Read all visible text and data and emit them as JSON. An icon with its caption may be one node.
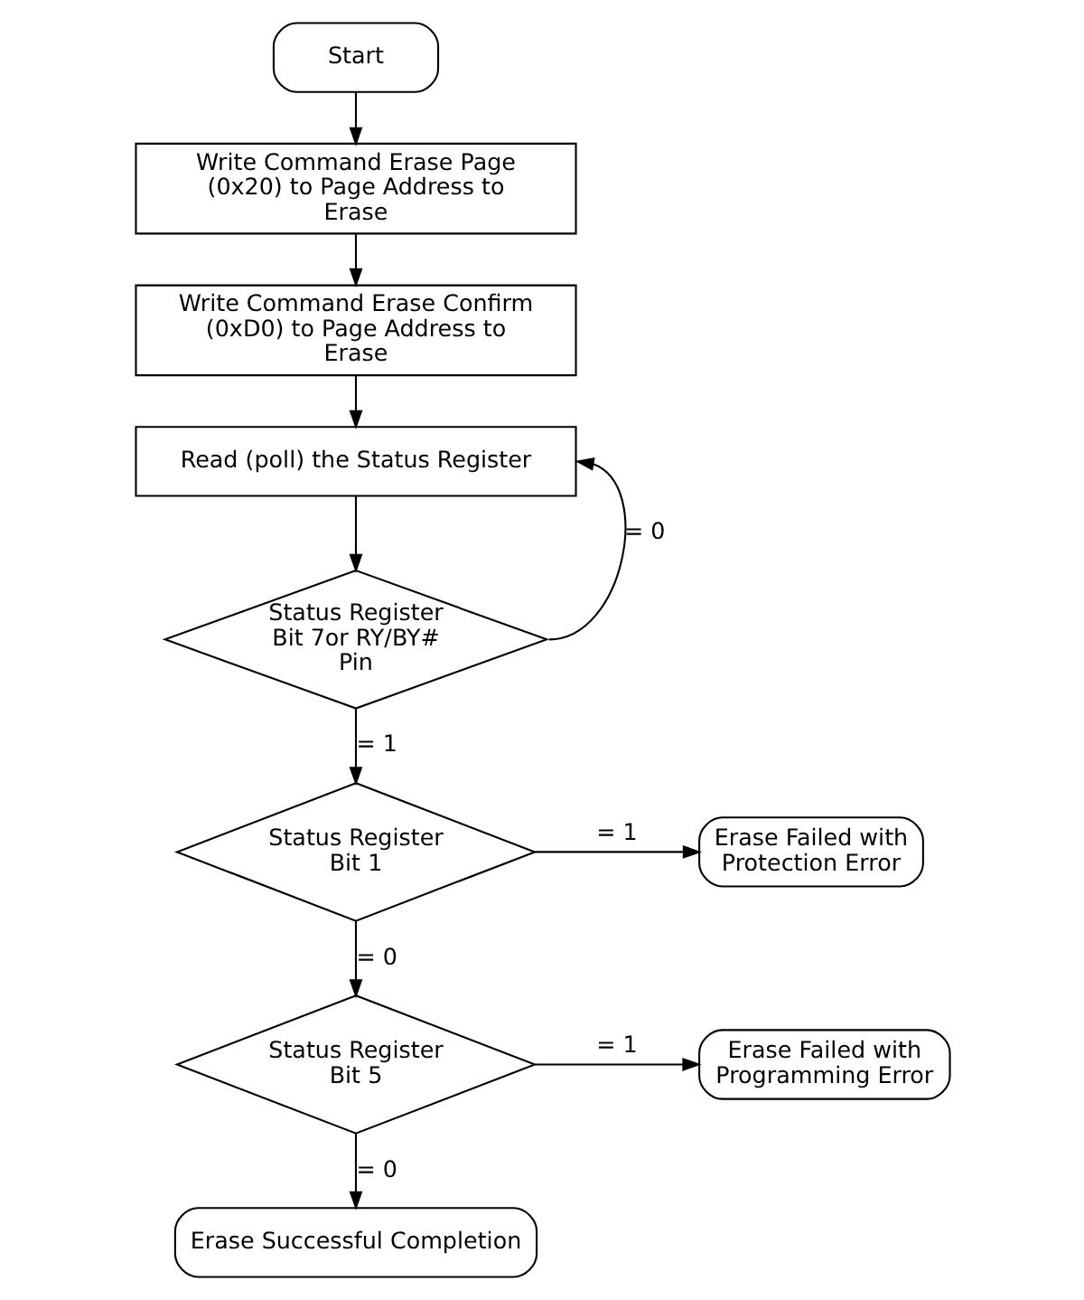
{
  "diagram": {
    "nodes": [
      {
        "text": [
          "Start"
        ]
      },
      {
        "text": [
          "Write Command Erase Page (0x20) to Page Address to Erase"
        ]
      },
      {
        "text": [
          "Write Command Erase Confirm (0xD0) to Page Address to Erase"
        ]
      },
      {
        "text": [
          "Read (poll) the Status Register"
        ]
      },
      {
        "text": [
          "Status Register Bit 7or RY/BY# Pin"
        ]
      },
      {
        "text": [
          "Status Register Bit 1"
        ]
      },
      {
        "text": [
          "Erase Failed with Protection Error"
        ]
      },
      {
        "text": [
          "Status Register Bit 5"
        ]
      },
      {
        "text": [
          "Erase Failed with Programming Error"
        ]
      },
      {
        "text": [
          "Erase Successful Completion"
        ]
      }
    ],
    "edges": [
      {
        "from": 0,
        "to": 1,
        "arrow": "to"
      },
      {
        "from": 1,
        "to": 2,
        "arrow": "to"
      },
      {
        "from": 2,
        "to": 3,
        "arrow": "to"
      },
      {
        "from": 3,
        "to": 4,
        "arrow": "to"
      },
      {
        "from": 4,
        "to": 3,
        "arrow": "to",
        "label": "= 0"
      },
      {
        "from": 4,
        "to": 5,
        "arrow": "to",
        "label": "= 1"
      },
      {
        "from": 5,
        "to": 6,
        "arrow": "to",
        "label": "= 1"
      },
      {
        "from": 5,
        "to": 7,
        "arrow": "to",
        "label": "= 0"
      },
      {
        "from": 7,
        "to": 8,
        "arrow": "to",
        "label": "= 1"
      },
      {
        "from": 7,
        "to": 9,
        "arrow": "to",
        "label": "= 0"
      }
    ]
  }
}
